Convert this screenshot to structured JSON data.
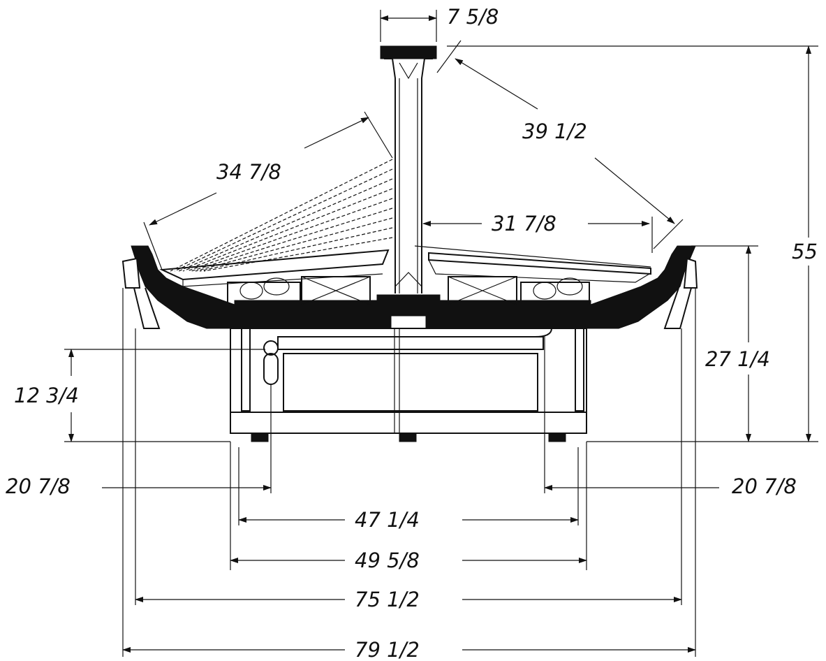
{
  "dimensions": {
    "top_post_width": "7  5/8",
    "canopy_diagonal_right": "39  1/2",
    "canopy_diagonal_left": "34  7/8",
    "tray_width_right": "31  7/8",
    "overall_height": "55",
    "case_height": "27  1/4",
    "lower_height": "12  3/4",
    "offset_left": "20  7/8",
    "offset_right": "20  7/8",
    "base_inner": "47  1/4",
    "base_outer": "49  5/8",
    "deck_width": "75  1/2",
    "overall_width": "79  1/2"
  }
}
